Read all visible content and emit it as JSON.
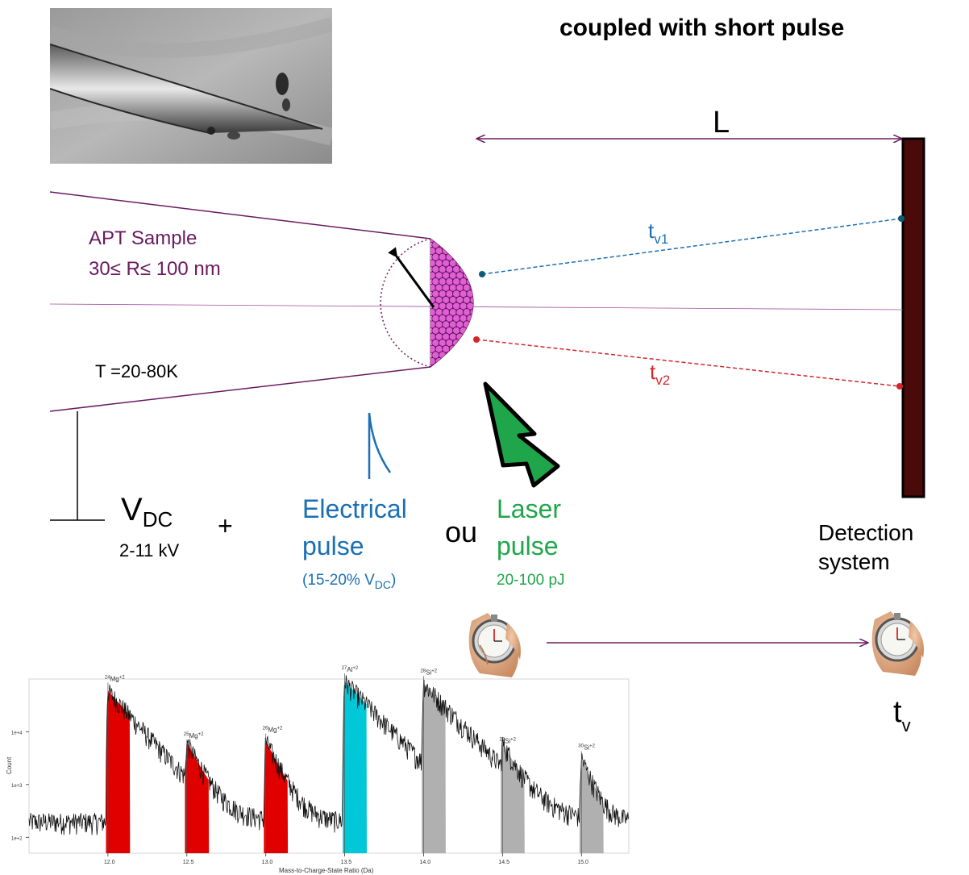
{
  "header": {
    "title_fragment": "coupled with short pulse"
  },
  "flight": {
    "distance_label": "L"
  },
  "sample": {
    "name": "APT Sample",
    "radius": "30≤ R≤ 100 nm",
    "temperature": "T =20-80K"
  },
  "voltage": {
    "symbol": "V",
    "subscript": "DC",
    "range": "2-11 kV",
    "plus": "+"
  },
  "electrical_pulse": {
    "line1": "Electrical",
    "line2": "pulse",
    "note_prefix": "(15-20% V",
    "note_sub": "DC",
    "note_suffix": ")"
  },
  "connector": "ou",
  "laser_pulse": {
    "line1": "Laser",
    "line2": "pulse",
    "energy": "20-100 pJ"
  },
  "ion_times": {
    "t1_main": "t",
    "t1_sub": "v1",
    "t2_main": "t",
    "t2_sub": "v2",
    "tv_main": "t",
    "tv_sub": "v"
  },
  "detector": {
    "line1": "Detection",
    "line2": "system"
  },
  "colors": {
    "purple": "#6b1a5e",
    "blue": "#1a6fb5",
    "red": "#d3262b",
    "green": "#1fa64a",
    "detector": "#4a0a0a",
    "atom": "#e05fd4"
  },
  "icons": [
    "tip-micrograph-image",
    "stopwatch-icon",
    "lightning-bolt-icon"
  ],
  "chart_data": {
    "type": "line",
    "title": "",
    "xlabel": "Mass-to-Charge-State Ratio (Da)",
    "ylabel": "Count",
    "xlim": [
      11.5,
      15.3
    ],
    "ylim_log": [
      50,
      100000
    ],
    "yscale": "log",
    "x_ticks": [
      "12.0",
      "12.5",
      "13.0",
      "13.5",
      "14.0",
      "14.5",
      "15.0"
    ],
    "y_ticks": [
      "1e+4",
      "1e+3",
      "1e+2"
    ],
    "peaks": [
      {
        "label": "24Mg+2",
        "sup_mass": "24",
        "element": "Mg",
        "charge": "+2",
        "x": 12.0,
        "height": 60000,
        "color": "#e00000"
      },
      {
        "label": "25Mg+2",
        "sup_mass": "25",
        "element": "Mg",
        "charge": "+2",
        "x": 12.5,
        "height": 5000,
        "color": "#e00000"
      },
      {
        "label": "26Mg+2",
        "sup_mass": "26",
        "element": "Mg",
        "charge": "+2",
        "x": 13.0,
        "height": 6500,
        "color": "#e00000"
      },
      {
        "label": "27Al+2",
        "sup_mass": "27",
        "element": "Al",
        "charge": "+2",
        "x": 13.5,
        "height": 90000,
        "color": "#00c8d8"
      },
      {
        "label": "28Si+2",
        "sup_mass": "28",
        "element": "Si",
        "charge": "+2",
        "x": 14.0,
        "height": 80000,
        "color": "#b0b0b0"
      },
      {
        "label": "29Si+2",
        "sup_mass": "29",
        "element": "Si",
        "charge": "+2",
        "x": 14.5,
        "height": 4000,
        "color": "#b0b0b0"
      },
      {
        "label": "30Si+2",
        "sup_mass": "30",
        "element": "Si",
        "charge": "+2",
        "x": 15.0,
        "height": 3000,
        "color": "#b0b0b0"
      }
    ]
  }
}
